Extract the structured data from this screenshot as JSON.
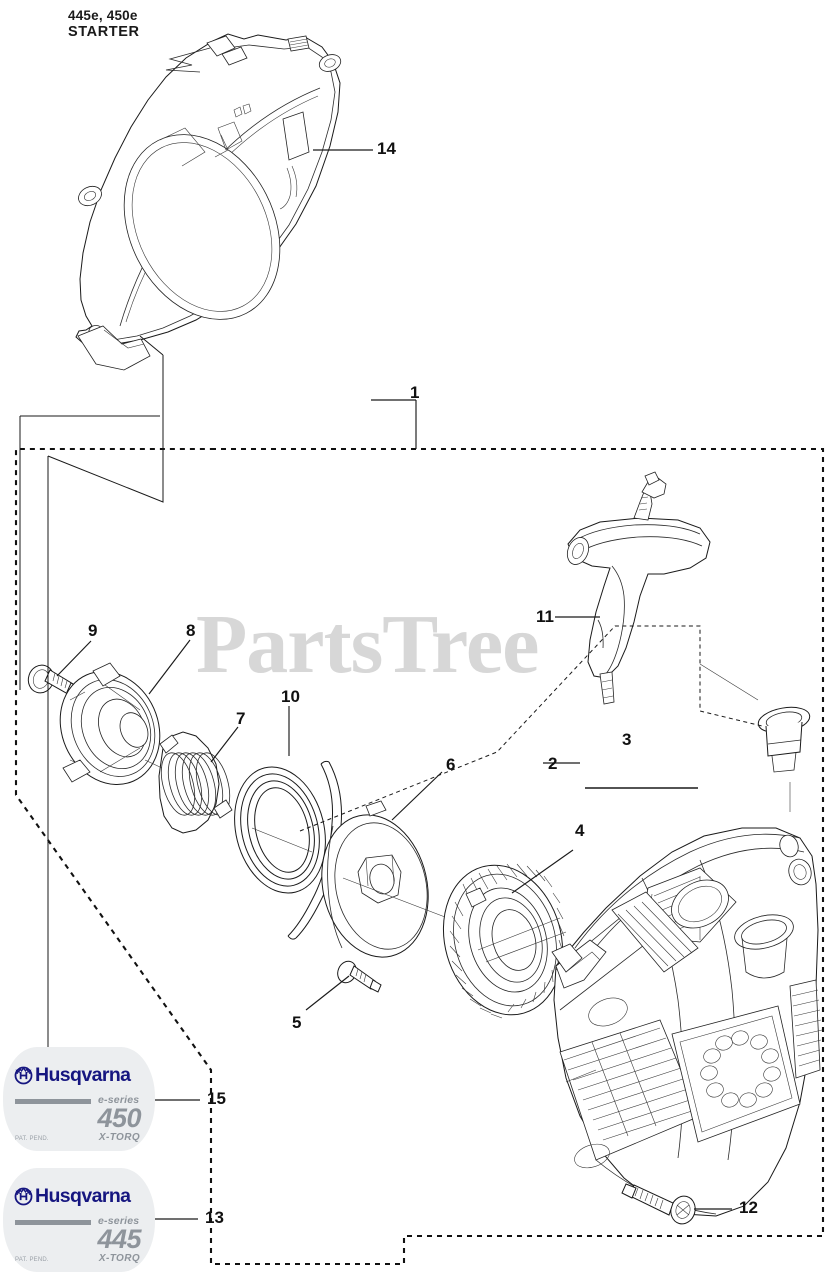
{
  "diagram": {
    "model_line": "445e, 450e",
    "section": "STARTER",
    "watermark": "PartsTree"
  },
  "callouts": [
    {
      "id": "1",
      "label": "1"
    },
    {
      "id": "2",
      "label": "2"
    },
    {
      "id": "3",
      "label": "3"
    },
    {
      "id": "4",
      "label": "4"
    },
    {
      "id": "5",
      "label": "5"
    },
    {
      "id": "6",
      "label": "6"
    },
    {
      "id": "7",
      "label": "7"
    },
    {
      "id": "8",
      "label": "8"
    },
    {
      "id": "9",
      "label": "9"
    },
    {
      "id": "10",
      "label": "10"
    },
    {
      "id": "11",
      "label": "11"
    },
    {
      "id": "12",
      "label": "12"
    },
    {
      "id": "13",
      "label": "13"
    },
    {
      "id": "14",
      "label": "14"
    },
    {
      "id": "15",
      "label": "15"
    }
  ],
  "decals": [
    {
      "callout": "15",
      "brand": "Husqvarna",
      "logo_icon": "husqvarna-crown-icon",
      "series": "e-series",
      "model_number": "450",
      "patent": "PAT. PEND.",
      "tech": "X-TORQ",
      "brand_color": "#161680",
      "text_color": "#8e949b",
      "background": "#eceef0"
    },
    {
      "callout": "13",
      "brand": "Husqvarna",
      "logo_icon": "husqvarna-crown-icon",
      "series": "e-series",
      "model_number": "445",
      "patent": "PAT. PEND.",
      "tech": "X-TORQ",
      "brand_color": "#161680",
      "text_color": "#8e949b",
      "background": "#eceef0"
    }
  ]
}
